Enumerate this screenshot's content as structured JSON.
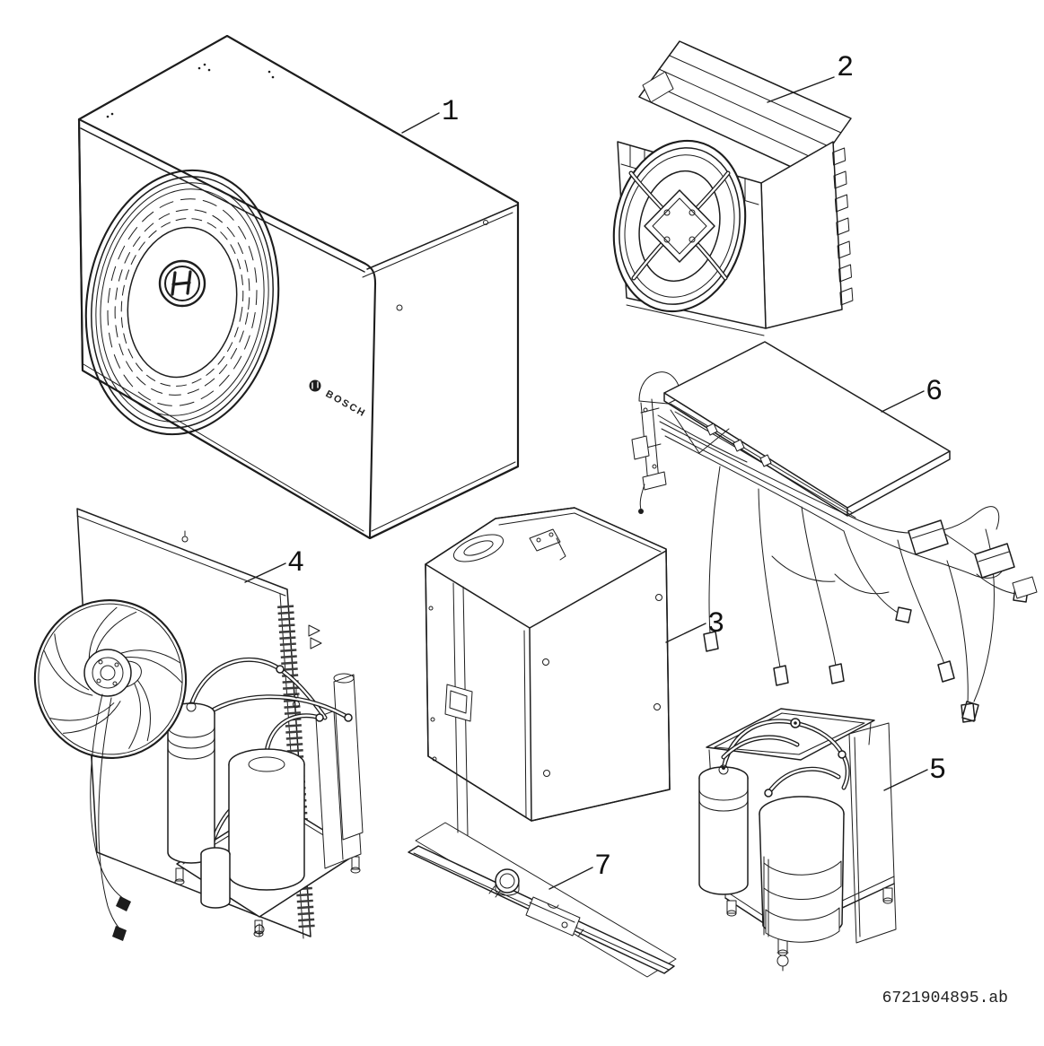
{
  "page": {
    "background_color": "#ffffff",
    "line_color": "#1d1d1d"
  },
  "figure": {
    "document_number": "6721904895.ab"
  },
  "brand": {
    "casing_label": "BOSCH"
  },
  "callouts": [
    {
      "number": "1"
    },
    {
      "number": "2"
    },
    {
      "number": "3"
    },
    {
      "number": "4"
    },
    {
      "number": "5"
    },
    {
      "number": "6"
    },
    {
      "number": "7"
    }
  ]
}
